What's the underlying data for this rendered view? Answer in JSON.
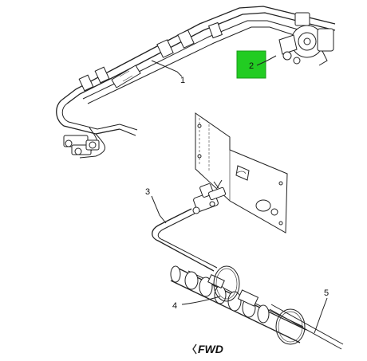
{
  "callouts": {
    "highlight": {
      "label": "2",
      "color": "#22cc22"
    },
    "items": [
      "1",
      "3",
      "4",
      "5"
    ]
  },
  "direction_marker": "FWD"
}
